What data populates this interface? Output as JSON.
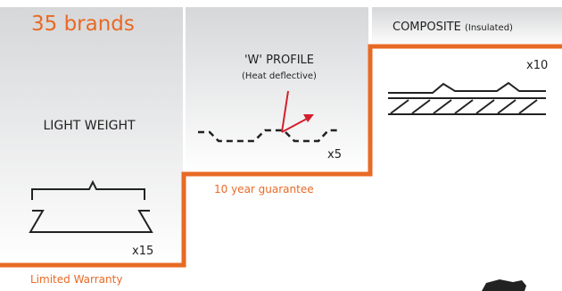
{
  "header": {
    "brands_label": "35 brands"
  },
  "tiers": [
    {
      "title": "LIGHT WEIGHT",
      "count": "x15",
      "note": "Limited Warranty"
    },
    {
      "title": "'W' PROFILE",
      "subtitle": "(Heat deflective)",
      "count": "x5",
      "note": "10 year guarantee"
    },
    {
      "title": "COMPOSITE",
      "title_suffix": "(Insulated)",
      "count": "x10"
    }
  ],
  "colors": {
    "accent": "#e86a24",
    "arrow": "#d4202c",
    "panel": "#dcdddf",
    "text": "#222222"
  },
  "icons": [
    "light-weight-profile-icon",
    "w-profile-icon",
    "composite-panel-icon",
    "heat-arrow-icon"
  ]
}
